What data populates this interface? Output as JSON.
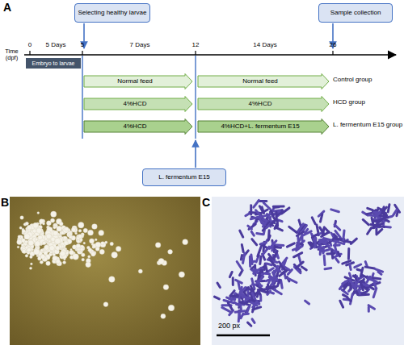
{
  "diagram": {
    "nodes": [
      {
        "text": [
          "Selecting healthy larvae"
        ]
      },
      {
        "text": [
          "Sample collection"
        ]
      },
      {
        "text": [
          "Embryo to larvae"
        ]
      },
      {
        "text": [
          "Normal feed"
        ]
      },
      {
        "text": [
          "Normal feed"
        ]
      },
      {
        "text": [
          "4%HCD"
        ]
      },
      {
        "text": [
          "4%HCD"
        ]
      },
      {
        "text": [
          "4%HCD"
        ]
      },
      {
        "text": [
          "4%HCD+L. fermentum E15"
        ]
      },
      {
        "text": [
          "L. fermentum E15"
        ]
      }
    ],
    "labels": [
      "A",
      "Time (dpf)",
      "0",
      "5",
      "12",
      "26",
      "5 Days",
      "7 Days",
      "14 Days",
      "Control group",
      "HCD group",
      "L. fermentum E15 group",
      "B",
      "C",
      "200 px"
    ]
  }
}
